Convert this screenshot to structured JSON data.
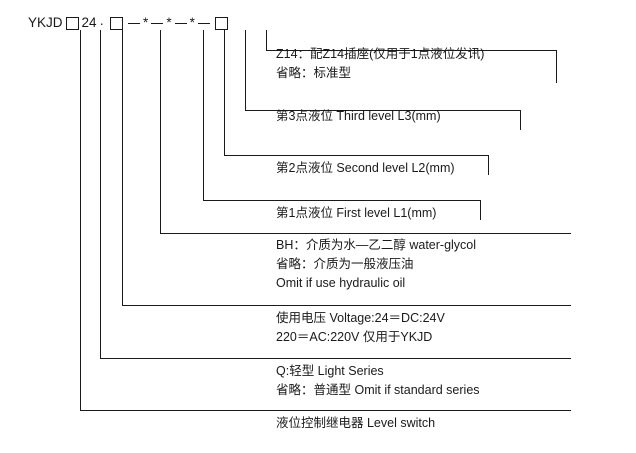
{
  "diagram": {
    "title_code": {
      "prefix": "YKJD",
      "box1": "",
      "mid": "24",
      "dot": "·",
      "box2": "",
      "dash1": "—",
      "star1": "*",
      "dash2": "—",
      "star2": "*",
      "dash3": "—",
      "star3": "*",
      "dash4": "—",
      "box3": ""
    },
    "callouts": [
      {
        "name": "z14-socket",
        "lines": [
          "Z14：配Z14插座(仅用于1点液位发讯)",
          "省略：标准型"
        ]
      },
      {
        "name": "third-level",
        "lines": [
          "第3点液位 Third level L3(mm)"
        ]
      },
      {
        "name": "second-level",
        "lines": [
          "第2点液位 Second level L2(mm)"
        ]
      },
      {
        "name": "first-level",
        "lines": [
          "第1点液位 First level L1(mm)"
        ]
      },
      {
        "name": "medium-type",
        "lines": [
          "BH：介质为水—乙二醇 water-glycol",
          "省略：介质为一般液压油",
          "Omit if use hydraulic oil"
        ]
      },
      {
        "name": "voltage",
        "lines": [
          "使用电压 Voltage:24＝DC:24V",
          "220＝AC:220V 仅用于YKJD"
        ]
      },
      {
        "name": "series-type",
        "lines": [
          "Q:轻型 Light Series",
          "省略：普通型 Omit if standard series"
        ]
      },
      {
        "name": "product-name",
        "lines": [
          "液位控制继电器 Level switch"
        ]
      }
    ]
  }
}
